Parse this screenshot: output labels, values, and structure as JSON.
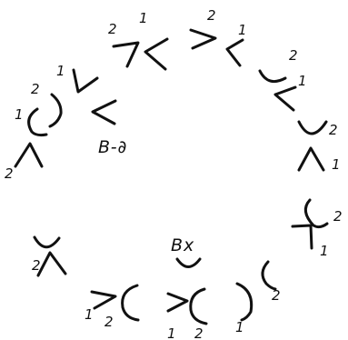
{
  "labels": {
    "inner_label": "B-∂",
    "bottom_label": "Bx"
  },
  "numbers": {
    "one": "1",
    "two": "2"
  }
}
